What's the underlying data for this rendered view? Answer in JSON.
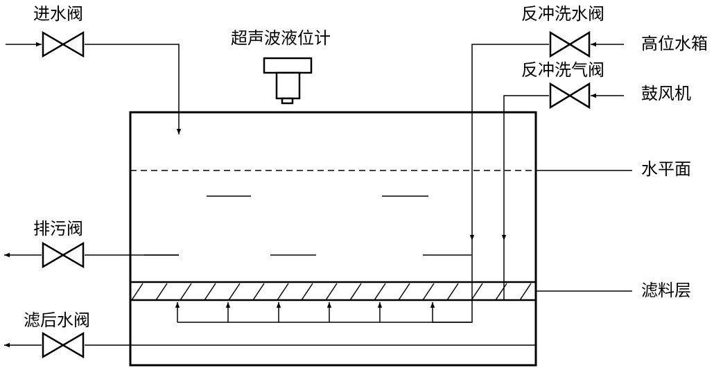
{
  "labels": {
    "inlet_valve": "进水阀",
    "level_meter": "超声波液位计",
    "backwash_water_valve": "反冲洗水阀",
    "high_tank": "高位水箱",
    "backwash_air_valve": "反冲洗气阀",
    "blower": "鼓风机",
    "water_surface": "水平面",
    "drain_valve": "排污阀",
    "filter_layer": "滤料层",
    "outlet_valve": "滤后水阀"
  },
  "colors": {
    "line": "#000000",
    "background": "#ffffff"
  }
}
